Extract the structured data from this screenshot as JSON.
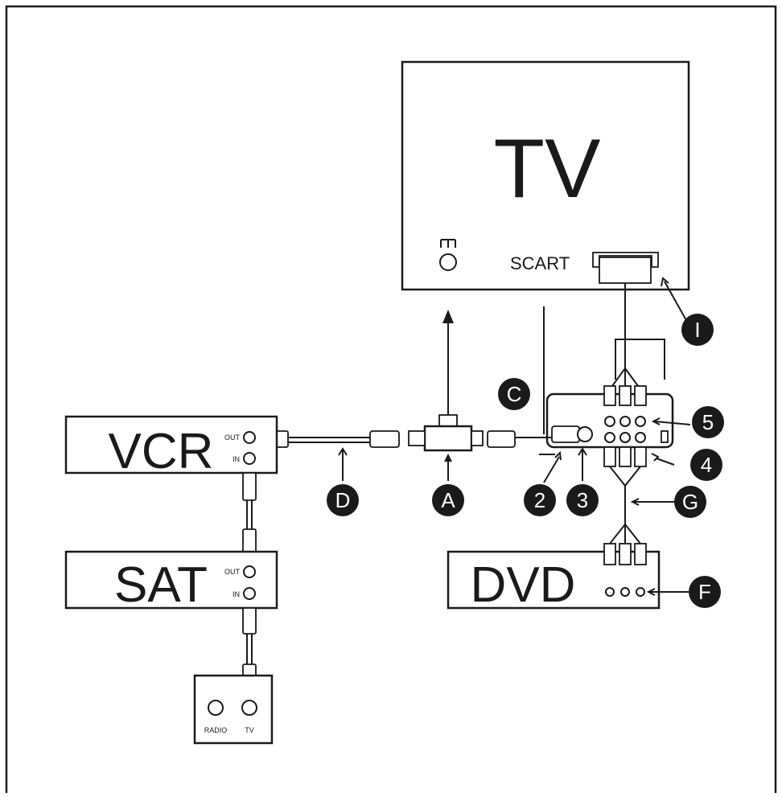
{
  "devices": {
    "tv": "TV",
    "vcr": "VCR",
    "sat": "SAT",
    "dvd": "DVD"
  },
  "ports": {
    "scart": "SCART",
    "out": "OUT",
    "in": "IN",
    "radio": "RADIO",
    "tv": "TV"
  },
  "callouts": {
    "a": "A",
    "c": "C",
    "d": "D",
    "f": "F",
    "g": "G",
    "i": "I",
    "n2": "2",
    "n3": "3",
    "n4": "4",
    "n5": "5"
  },
  "antenna_icon": "antenna-icon"
}
